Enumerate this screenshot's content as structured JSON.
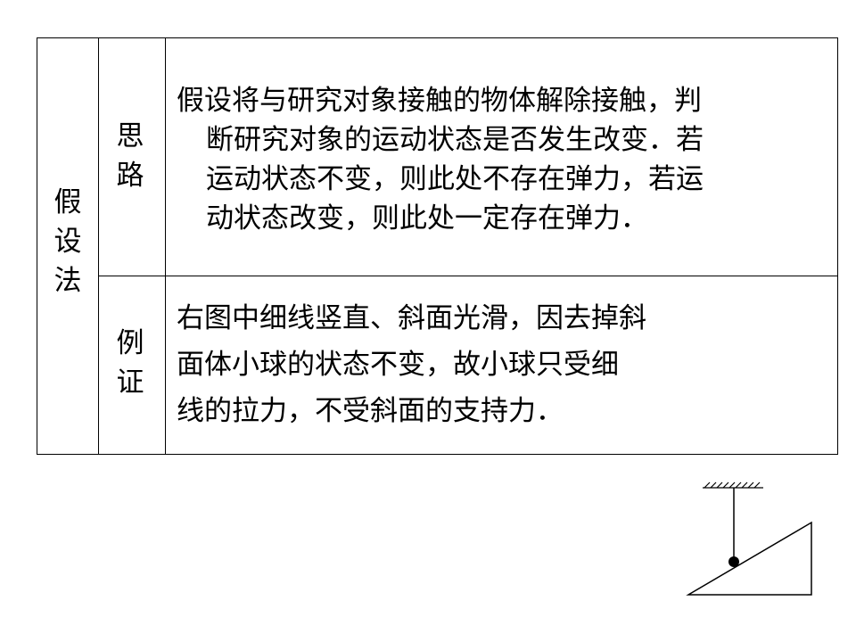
{
  "table": {
    "category": "假设法",
    "rows": [
      {
        "label": "思路",
        "lines": [
          "假设将与研究对象接触的物体解除接触，判",
          "断研究对象的运动状态是否发生改变．若",
          "运动状态不变，则此处不存在弹力，若运",
          "动状态改变，则此处一定存在弹力．"
        ]
      },
      {
        "label": "例证",
        "lines": [
          "右图中细线竖直、斜面光滑，因去掉斜",
          "面体小球的状态不变，故小球只受细",
          "线的拉力，不受斜面的支持力．"
        ]
      }
    ]
  },
  "diagram": {
    "elements": [
      "ceiling-hatch",
      "string",
      "ball",
      "incline"
    ]
  }
}
